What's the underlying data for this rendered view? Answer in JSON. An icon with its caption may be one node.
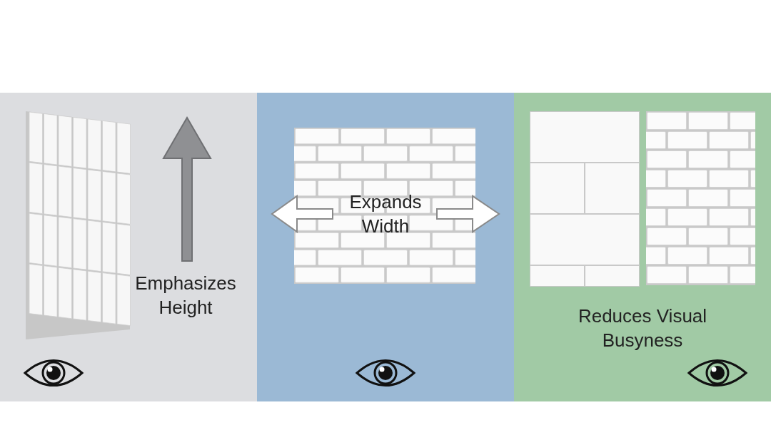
{
  "diagram": {
    "nodes": [
      {
        "text": [
          "Emphasizes Height"
        ]
      },
      {
        "text": [
          "Expands Width"
        ]
      },
      {
        "text": [
          "Reduces Visual Busyness"
        ]
      }
    ]
  }
}
